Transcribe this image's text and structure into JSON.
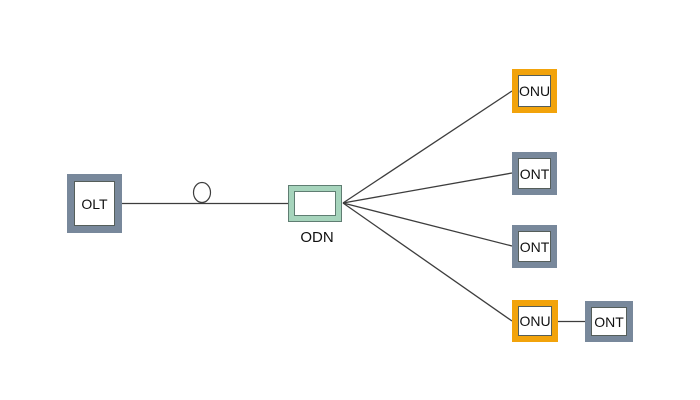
{
  "diagram": {
    "type": "pon-network-topology",
    "nodes": {
      "olt": {
        "label": "OLT"
      },
      "odn": {
        "label": "ODN"
      },
      "onu_top": {
        "label": "ONU"
      },
      "ont_upper_middle": {
        "label": "ONT"
      },
      "ont_lower_middle": {
        "label": "ONT"
      },
      "onu_bottom": {
        "label": "ONU"
      },
      "ont_bottom_right": {
        "label": "ONT"
      }
    },
    "edges": [
      {
        "from": "olt",
        "to": "odn"
      },
      {
        "from": "odn",
        "to": "onu_top"
      },
      {
        "from": "odn",
        "to": "ont_upper_middle"
      },
      {
        "from": "odn",
        "to": "ont_lower_middle"
      },
      {
        "from": "odn",
        "to": "onu_bottom"
      },
      {
        "from": "onu_bottom",
        "to": "ont_bottom_right"
      }
    ],
    "icons": {
      "fiber_loop": "small circle resting on the OLT-ODN fiber line"
    }
  },
  "colors": {
    "slate_border": "#78889b",
    "orange_border": "#f2a30b",
    "odn_fill": "#a6d4bc",
    "odn_outline": "#5f7d72",
    "edge_line": "#3d3d3d",
    "text": "#111111",
    "background": "#ffffff"
  }
}
